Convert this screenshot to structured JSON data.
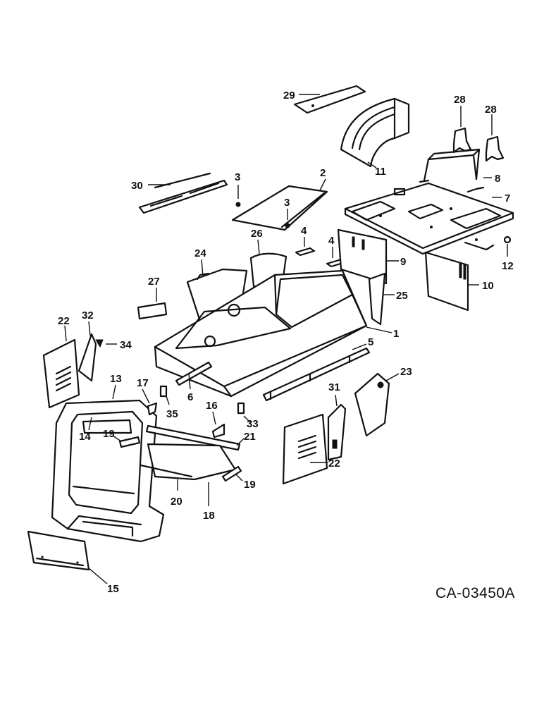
{
  "diagram": {
    "drawing_code": "CA-03450A",
    "callouts": [
      {
        "id": "c29",
        "label": "29"
      },
      {
        "id": "c11",
        "label": "11"
      },
      {
        "id": "c28a",
        "label": "28"
      },
      {
        "id": "c28b",
        "label": "28"
      },
      {
        "id": "c8",
        "label": "8"
      },
      {
        "id": "c7",
        "label": "7"
      },
      {
        "id": "c12",
        "label": "12"
      },
      {
        "id": "c30",
        "label": "30"
      },
      {
        "id": "c3a",
        "label": "3"
      },
      {
        "id": "c2",
        "label": "2"
      },
      {
        "id": "c3b",
        "label": "3"
      },
      {
        "id": "c4a",
        "label": "4"
      },
      {
        "id": "c4b",
        "label": "4"
      },
      {
        "id": "c9",
        "label": "9"
      },
      {
        "id": "c10",
        "label": "10"
      },
      {
        "id": "c26",
        "label": "26"
      },
      {
        "id": "c24",
        "label": "24"
      },
      {
        "id": "c25",
        "label": "25"
      },
      {
        "id": "c27",
        "label": "27"
      },
      {
        "id": "c1",
        "label": "1"
      },
      {
        "id": "c22a",
        "label": "22"
      },
      {
        "id": "c32",
        "label": "32"
      },
      {
        "id": "c34",
        "label": "34"
      },
      {
        "id": "c5",
        "label": "5"
      },
      {
        "id": "c13",
        "label": "13"
      },
      {
        "id": "c17",
        "label": "17"
      },
      {
        "id": "c6",
        "label": "6"
      },
      {
        "id": "c23",
        "label": "23"
      },
      {
        "id": "c35",
        "label": "35"
      },
      {
        "id": "c16",
        "label": "16"
      },
      {
        "id": "c33",
        "label": "33"
      },
      {
        "id": "c31",
        "label": "31"
      },
      {
        "id": "c14",
        "label": "14"
      },
      {
        "id": "c19a",
        "label": "19"
      },
      {
        "id": "c21",
        "label": "21"
      },
      {
        "id": "c22b",
        "label": "22"
      },
      {
        "id": "c19b",
        "label": "19"
      },
      {
        "id": "c20",
        "label": "20"
      },
      {
        "id": "c18",
        "label": "18"
      },
      {
        "id": "c15",
        "label": "15"
      }
    ]
  }
}
